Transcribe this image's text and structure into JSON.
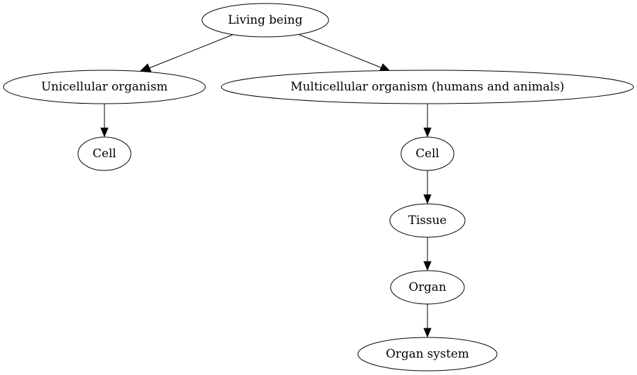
{
  "diagram": {
    "nodes": {
      "living_being": "Living being",
      "unicellular": "Unicellular organism",
      "multicellular": "Multicellular organism (humans and animals)",
      "cell_uni": "Cell",
      "cell_multi": "Cell",
      "tissue": "Tissue",
      "organ": "Organ",
      "organ_system": "Organ system"
    },
    "edges": [
      {
        "from": "living_being",
        "to": "unicellular"
      },
      {
        "from": "living_being",
        "to": "multicellular"
      },
      {
        "from": "unicellular",
        "to": "cell_uni"
      },
      {
        "from": "multicellular",
        "to": "cell_multi"
      },
      {
        "from": "cell_multi",
        "to": "tissue"
      },
      {
        "from": "tissue",
        "to": "organ"
      },
      {
        "from": "organ",
        "to": "organ_system"
      }
    ]
  }
}
